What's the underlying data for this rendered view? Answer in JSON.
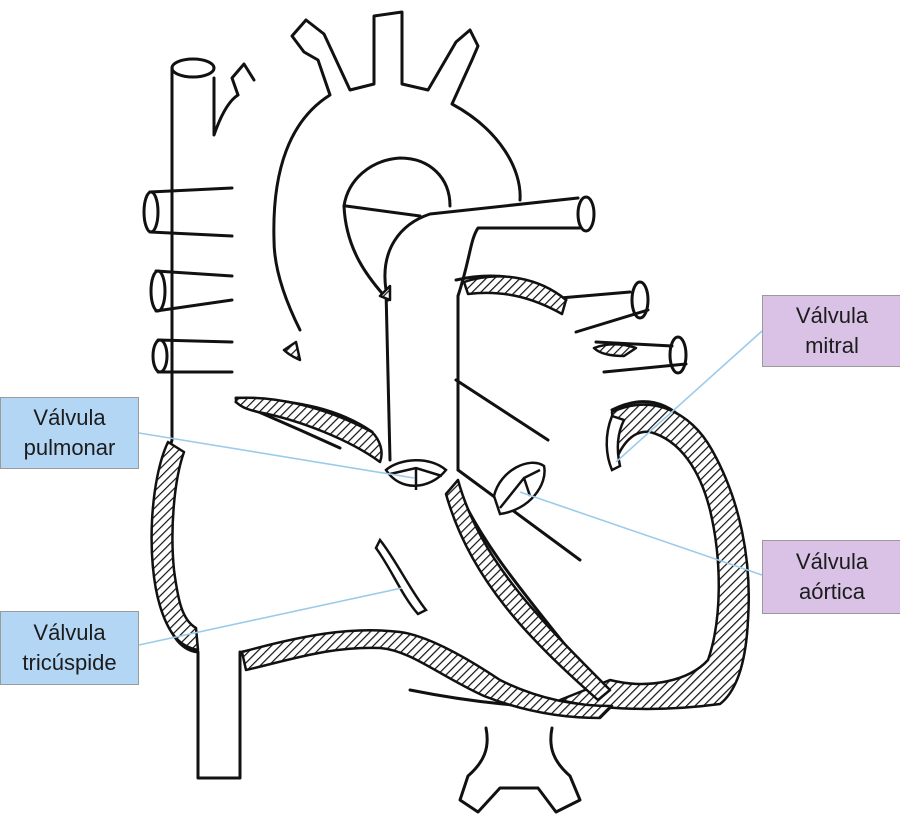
{
  "labels": {
    "pulmonar": "Válvula\npulmonar",
    "tricuspide": "Válvula\ntricúspide",
    "mitral": "Válvula\nmitral",
    "aortica": "Válvula\naórtica"
  },
  "colors": {
    "label_blue": "#b3d6f5",
    "label_violet": "#d9c2e6",
    "leader_line": "#9ccbea",
    "outline": "#111111"
  },
  "icons": [
    "heart-cross-section-illustration"
  ]
}
